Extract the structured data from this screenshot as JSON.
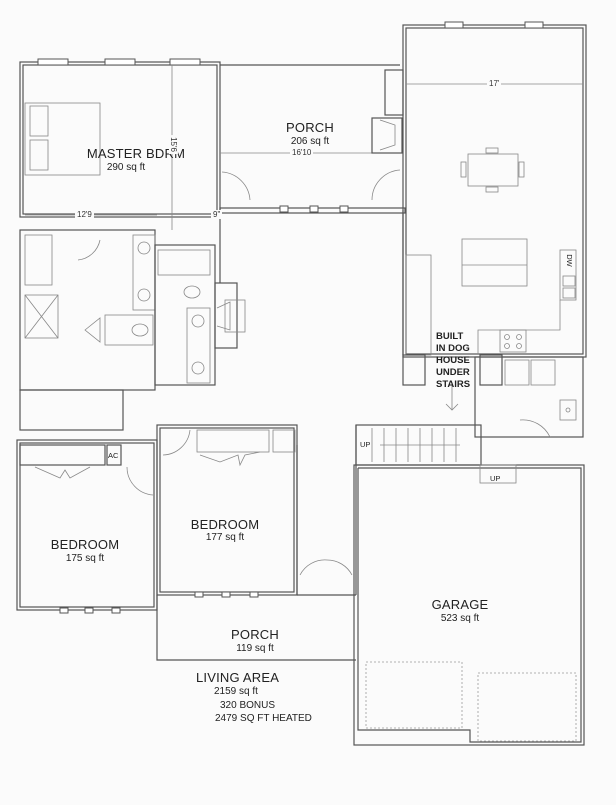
{
  "floor_plan": {
    "rooms": [
      {
        "id": "master-bdrm",
        "name": "MASTER BDRM",
        "area": "290 sq ft"
      },
      {
        "id": "porch-top",
        "name": "PORCH",
        "area": "206 sq ft",
        "dimension": "16'10"
      },
      {
        "id": "bedroom-left",
        "name": "BEDROOM",
        "area": "175 sq ft"
      },
      {
        "id": "bedroom-middle",
        "name": "BEDROOM",
        "area": "177 sq ft"
      },
      {
        "id": "garage",
        "name": "GARAGE",
        "area": "523 sq ft"
      },
      {
        "id": "porch-bottom",
        "name": "PORCH",
        "area": "119 sq ft"
      }
    ],
    "dimensions": {
      "master_width": "12'9",
      "master_depth": "15'6",
      "great_room_width": "17'",
      "hall_offset": "9\""
    },
    "fixture_labels": {
      "ac": "AC",
      "dishwasher": "DW",
      "stairs_up": "UP",
      "garage_step_up": "UP"
    },
    "notes": {
      "dog_house": [
        "BUILT",
        "IN DOG",
        "HOUSE",
        "UNDER",
        "STAIRS"
      ]
    },
    "summary": {
      "living_area_label": "LIVING AREA",
      "living_area_value": "2159 sq ft",
      "bonus": "320 BONUS",
      "heated_total": "2479 SQ FT HEATED"
    }
  }
}
